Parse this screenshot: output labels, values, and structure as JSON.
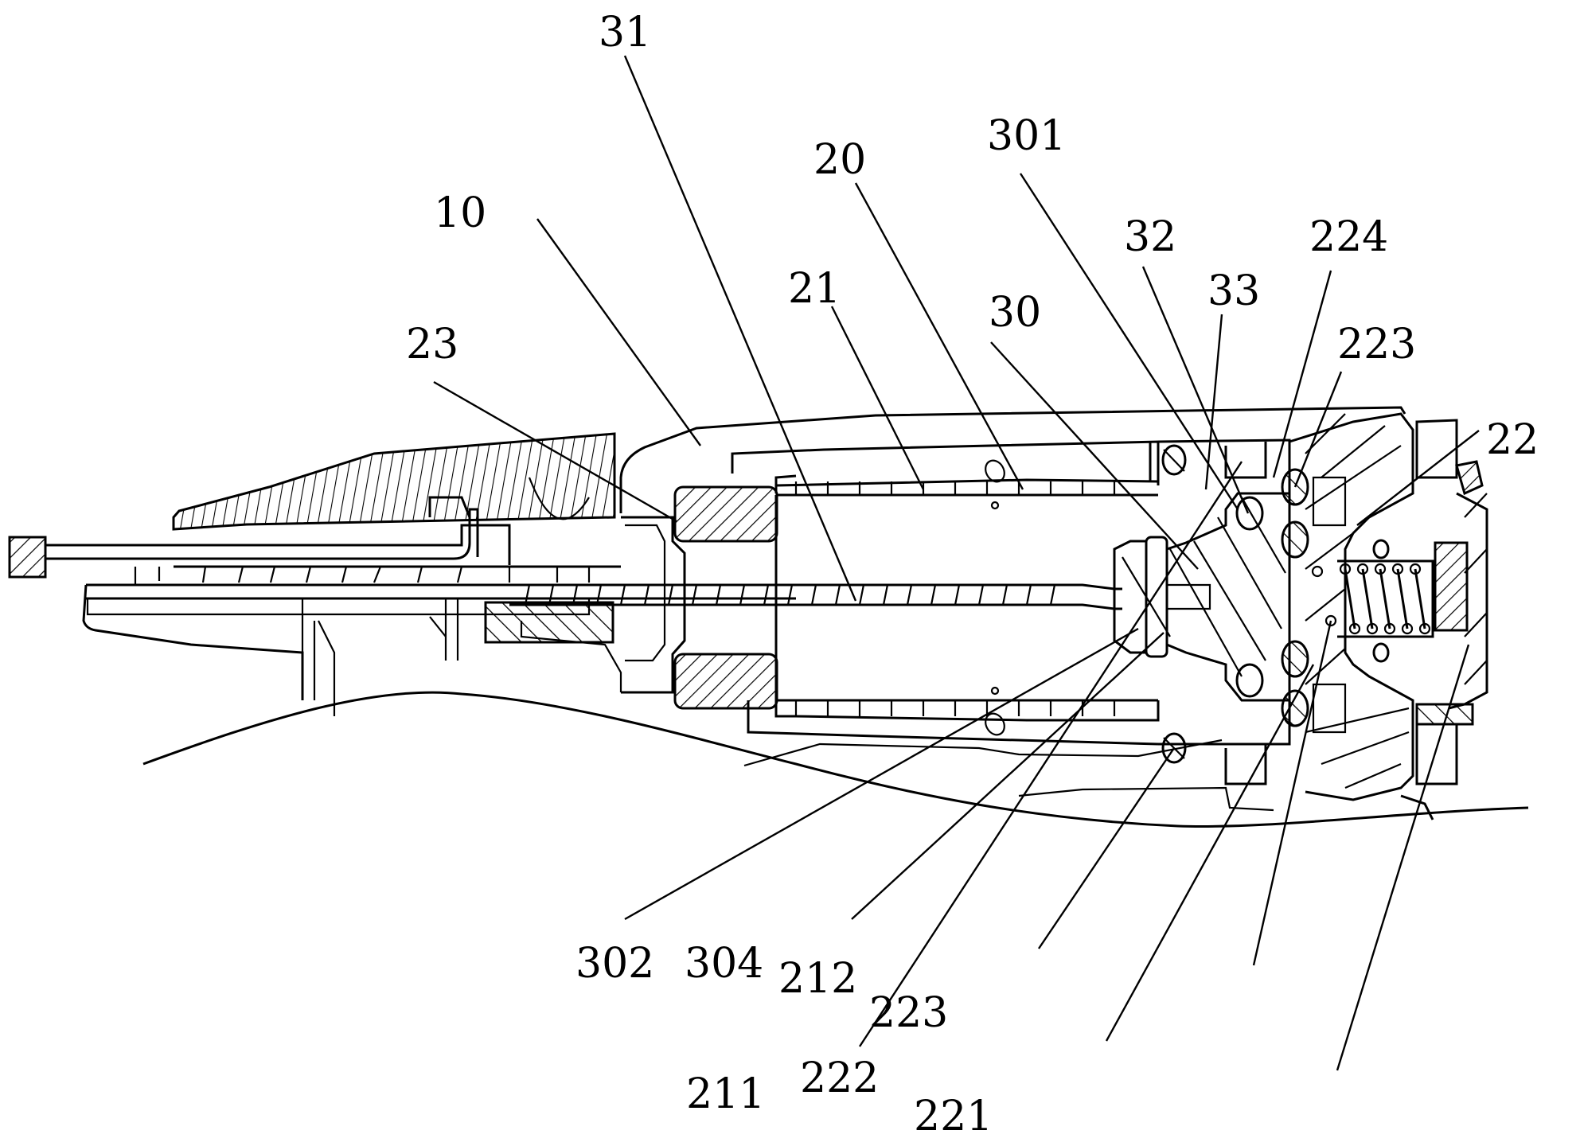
{
  "figure": {
    "type": "patent mechanical cross-section drawing",
    "colors": {
      "line": "#000000",
      "background": "#ffffff"
    }
  },
  "labels": [
    {
      "id": "31",
      "text": "31"
    },
    {
      "id": "10",
      "text": "10"
    },
    {
      "id": "23",
      "text": "23"
    },
    {
      "id": "21",
      "text": "21"
    },
    {
      "id": "20",
      "text": "20"
    },
    {
      "id": "30",
      "text": "30"
    },
    {
      "id": "301",
      "text": "301"
    },
    {
      "id": "32",
      "text": "32"
    },
    {
      "id": "33",
      "text": "33"
    },
    {
      "id": "224",
      "text": "224"
    },
    {
      "id": "223a",
      "text": "223"
    },
    {
      "id": "22",
      "text": "22"
    },
    {
      "id": "302",
      "text": "302"
    },
    {
      "id": "304",
      "text": "304"
    },
    {
      "id": "211",
      "text": "211"
    },
    {
      "id": "212",
      "text": "212"
    },
    {
      "id": "222",
      "text": "222"
    },
    {
      "id": "223b",
      "text": "223"
    },
    {
      "id": "221",
      "text": "221"
    }
  ]
}
